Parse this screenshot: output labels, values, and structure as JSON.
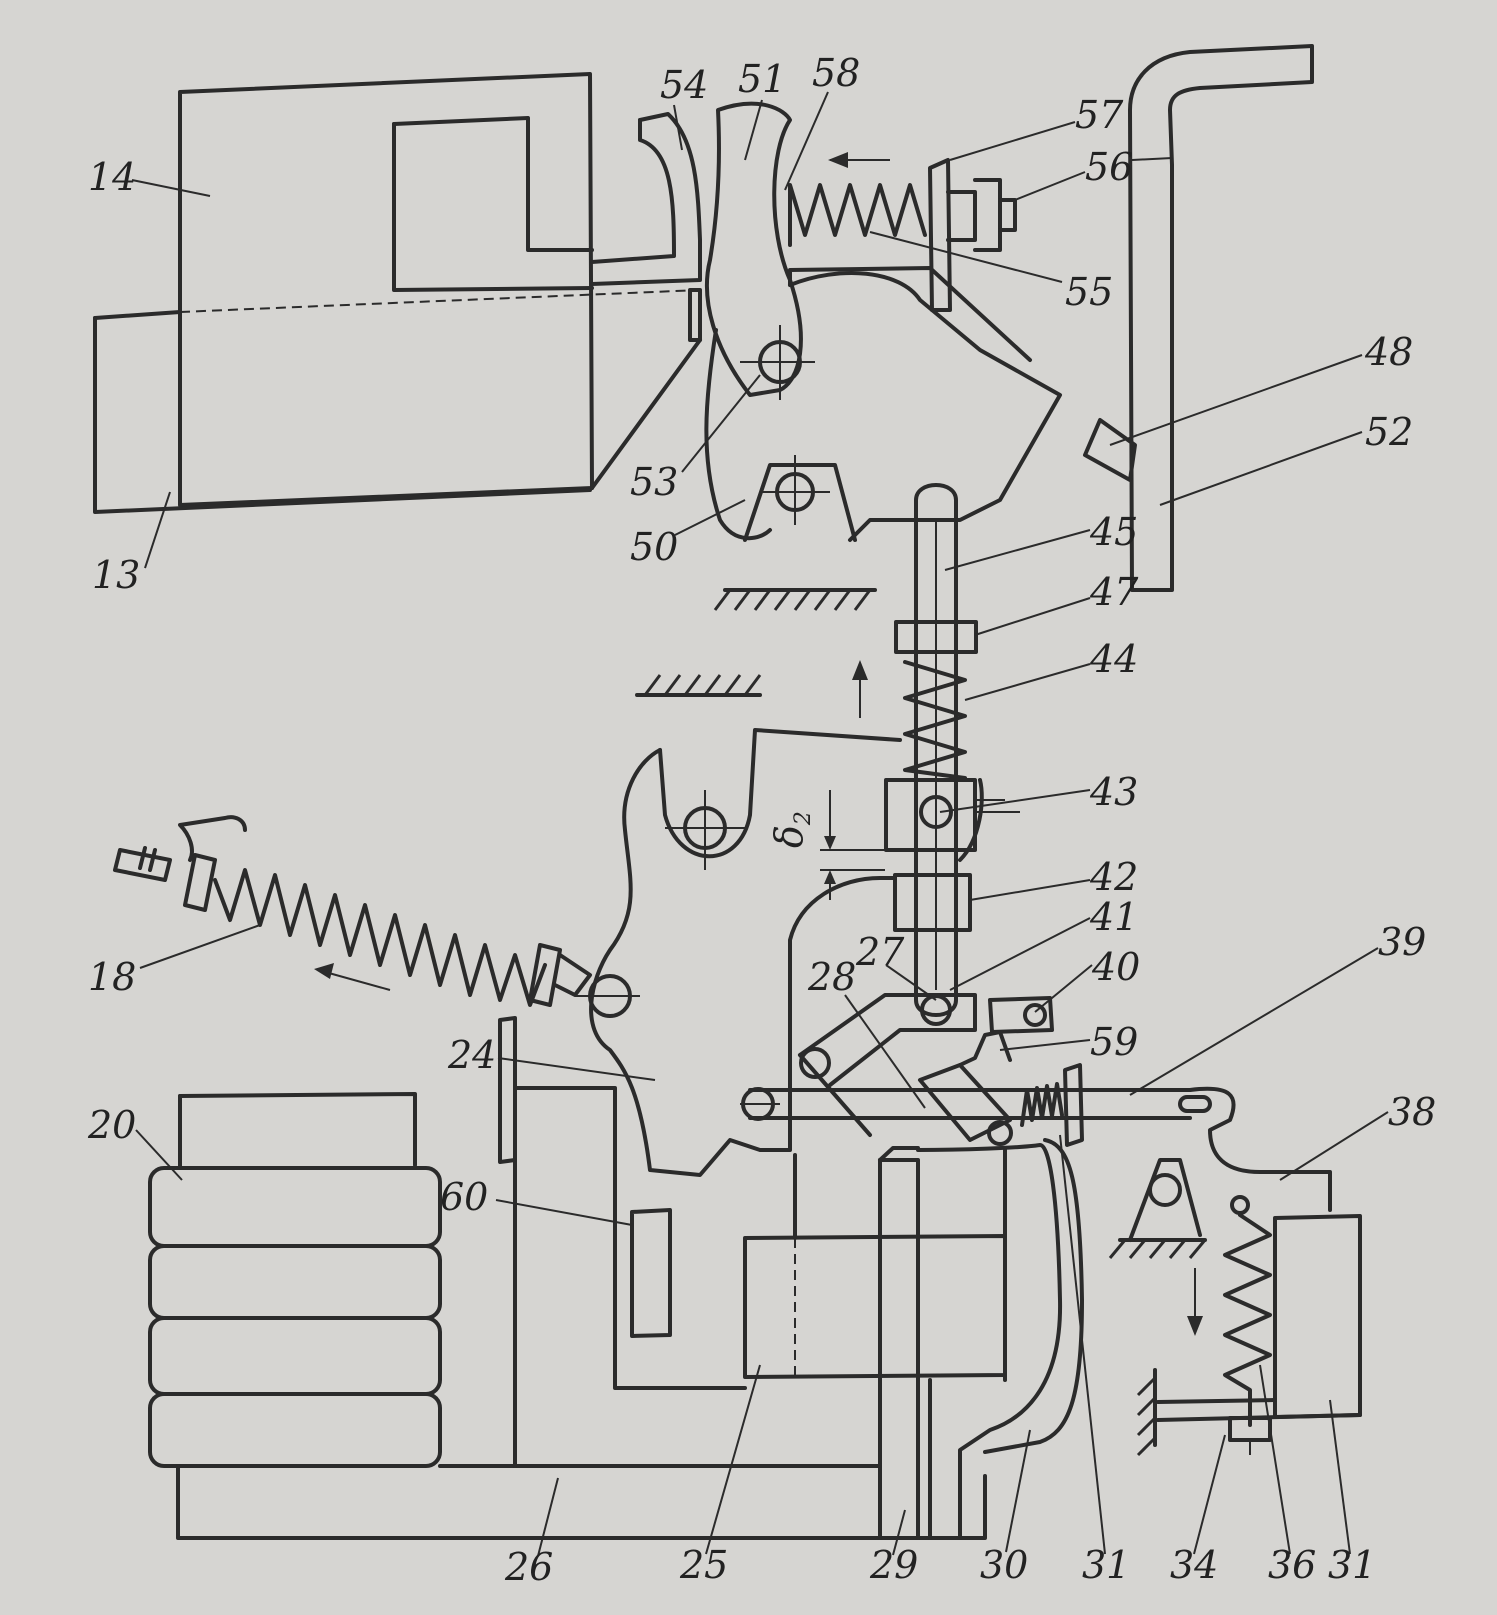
{
  "labels": {
    "l14": "14",
    "l13": "13",
    "l54": "54",
    "l51": "51",
    "l58": "58",
    "l57": "57",
    "l56": "56",
    "l55": "55",
    "l48": "48",
    "l52": "52",
    "l53": "53",
    "l50": "50",
    "l45": "45",
    "l47": "47",
    "l44": "44",
    "l43": "43",
    "l42": "42",
    "l41": "41",
    "l40": "40",
    "l39": "39",
    "l59": "59",
    "l38": "38",
    "l27": "27",
    "l28": "28",
    "l18": "18",
    "l24": "24",
    "l20": "20",
    "l60": "60",
    "l26": "26",
    "l25": "25",
    "l29": "29",
    "l30": "30",
    "l31a": "31",
    "l34": "34",
    "l36": "36",
    "l31b": "31",
    "delta": "δ",
    "delta_sub": "2"
  },
  "colors": {
    "paper": "#d6d5d2",
    "ink": "#2b2b2b"
  }
}
